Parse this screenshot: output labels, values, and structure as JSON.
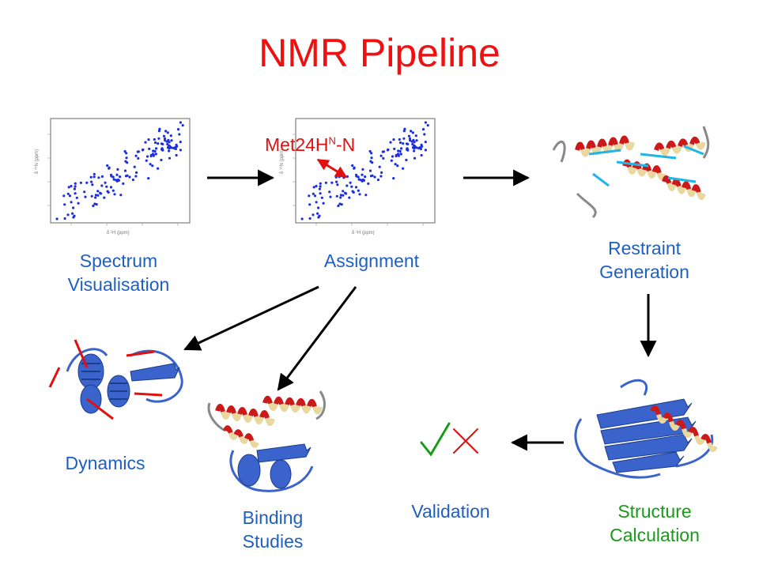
{
  "title": "NMR Pipeline",
  "stages": {
    "spectrum": "Spectrum\nVisualisation",
    "assignment": "Assignment",
    "restraint": "Restraint\nGeneration",
    "structure": "Structure\nCalculation",
    "validation": "Validation",
    "dynamics": "Dynamics",
    "binding": "Binding\nStudies"
  },
  "assignment_label": {
    "main": "Met24H",
    "sup": "N",
    "tail": "-N"
  },
  "validation_marks": {
    "check": "✓",
    "cross": "✕"
  },
  "colors": {
    "title": "#ee1111",
    "label": "#1f5fbf",
    "label_green": "#1a9a1a",
    "peaks": "#1b2fe0",
    "helix_red": "#cc1a1a",
    "helix_cream": "#e8d8a0",
    "sheet_blue": "#3a63cc",
    "restraint_cyan": "#1eb6e6",
    "arrow": "#000000",
    "annotation_red": "#e01010"
  },
  "icons": [
    "spectrum-plot",
    "assigned-spectrum-plot",
    "protein-helix-structure",
    "protein-sheet-structure",
    "dynamics-structure",
    "binding-complex-structure",
    "check-icon",
    "cross-icon"
  ]
}
